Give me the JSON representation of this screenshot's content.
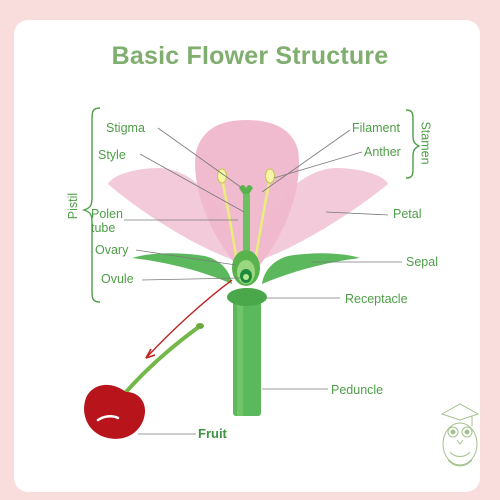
{
  "title": "Basic Flower Structure",
  "groups": {
    "pistil": "Pistil",
    "stamen": "Stamen"
  },
  "labels": {
    "stigma": "Stigma",
    "style": "Style",
    "polen_tube": "Polen\ntube",
    "ovary": "Ovary",
    "ovule": "Ovule",
    "filament": "Filament",
    "anther": "Anther",
    "petal": "Petal",
    "sepal": "Sepal",
    "receptacle": "Receptacle",
    "peduncle": "Peduncle",
    "fruit": "Fruit"
  },
  "stock_id": "162005547",
  "colors": {
    "background": "#f9dcdc",
    "card": "#ffffff",
    "label_green": "#4e9e47",
    "title_green": "#7fae6e",
    "petal_pink": "#f2c4d6",
    "stem_green": "#5cb85c",
    "cherry_red": "#b7141b",
    "arrow_red": "#c0211f"
  }
}
